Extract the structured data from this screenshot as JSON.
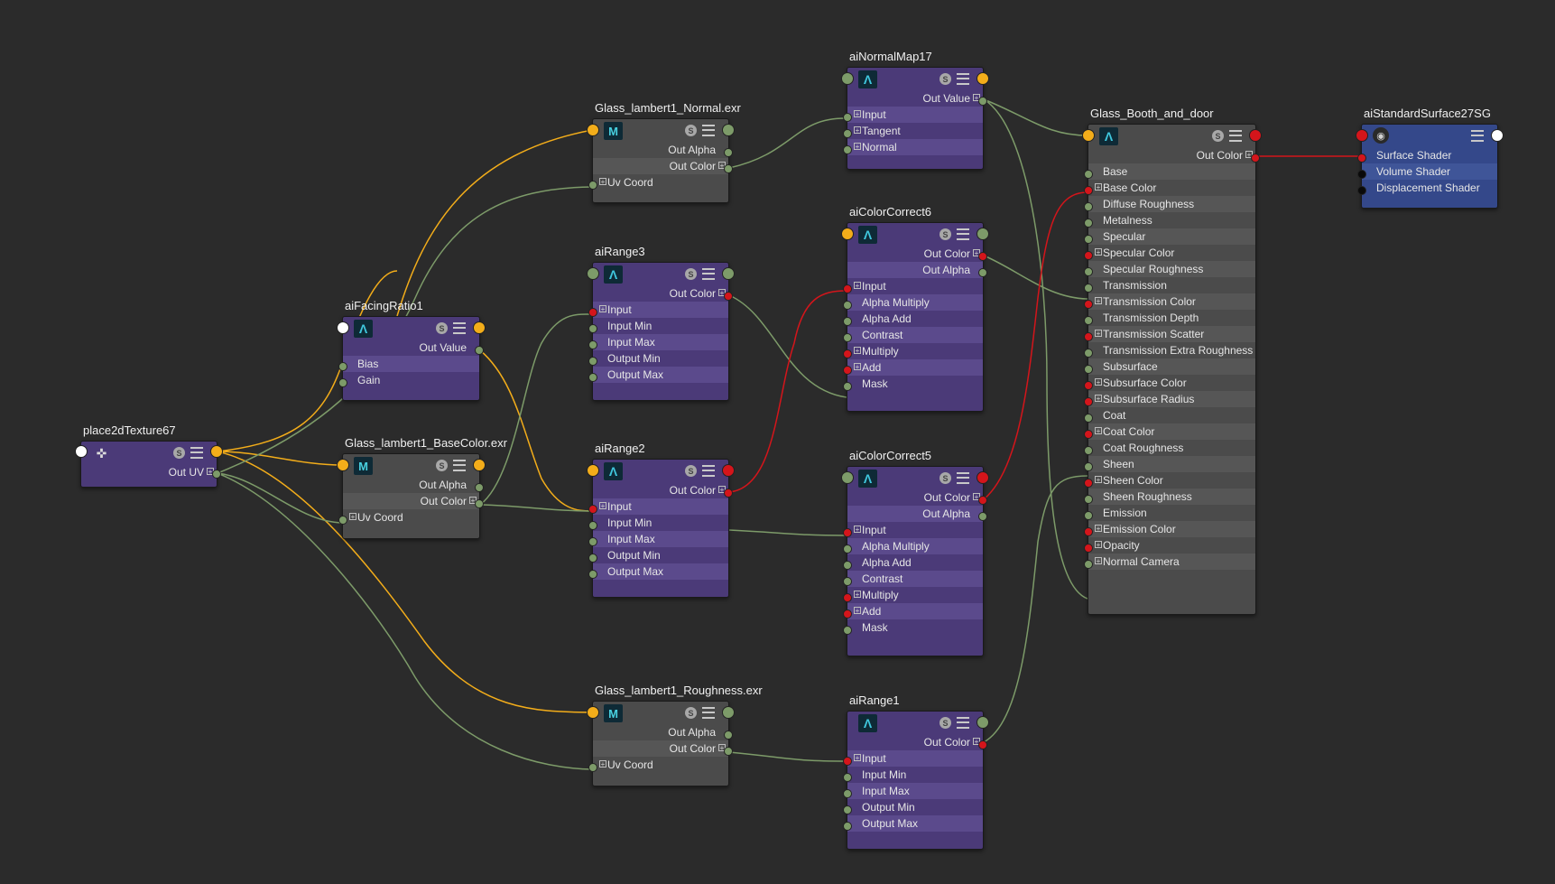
{
  "window": {
    "title": "Hypershade Node Editor"
  },
  "colors": {
    "background": "#2b2b2b",
    "node_purple": "#4b3a78",
    "node_gray": "#4b4b4b",
    "node_blue": "#34488a",
    "wire_green": "#7d9b69",
    "wire_orange": "#f3ad1a",
    "wire_red": "#d4151b"
  },
  "icons": {
    "arnold": "arnold-logo-icon",
    "file": "file-M-icon",
    "place2d": "place2d-texture-icon",
    "shading_group": "shading-group-icon"
  },
  "nodes": {
    "place2d": {
      "title": "place2dTexture67",
      "rows": [
        "Out UV"
      ]
    },
    "facing": {
      "title": "aiFacingRatio1",
      "rows": [
        "Out Value",
        "Bias",
        "Gain"
      ]
    },
    "basecolor": {
      "title": "Glass_lambert1_BaseColor.exr",
      "rows": [
        "Out Alpha",
        "Out Color",
        "Uv Coord"
      ]
    },
    "normal_tex": {
      "title": "Glass_lambert1_Normal.exr",
      "rows": [
        "Out Alpha",
        "Out Color",
        "Uv Coord"
      ]
    },
    "rough_tex": {
      "title": "Glass_lambert1_Roughness.exr",
      "rows": [
        "Out Alpha",
        "Out Color",
        "Uv Coord"
      ]
    },
    "range3": {
      "title": "aiRange3",
      "rows": [
        "Out Color",
        "Input",
        "Input Min",
        "Input Max",
        "Output Min",
        "Output Max"
      ]
    },
    "range2": {
      "title": "aiRange2",
      "rows": [
        "Out Color",
        "Input",
        "Input Min",
        "Input Max",
        "Output Min",
        "Output Max"
      ]
    },
    "range1": {
      "title": "aiRange1",
      "rows": [
        "Out Color",
        "Input",
        "Input Min",
        "Input Max",
        "Output Min",
        "Output Max"
      ]
    },
    "normalmap": {
      "title": "aiNormalMap17",
      "rows": [
        "Out Value",
        "Input",
        "Tangent",
        "Normal"
      ]
    },
    "cc6": {
      "title": "aiColorCorrect6",
      "rows": [
        "Out Color",
        "Out Alpha",
        "Input",
        "Alpha Multiply",
        "Alpha Add",
        "Contrast",
        "Multiply",
        "Add",
        "Mask"
      ]
    },
    "cc5": {
      "title": "aiColorCorrect5",
      "rows": [
        "Out Color",
        "Out Alpha",
        "Input",
        "Alpha Multiply",
        "Alpha Add",
        "Contrast",
        "Multiply",
        "Add",
        "Mask"
      ]
    },
    "glass": {
      "title": "Glass_Booth_and_door",
      "rows": [
        "Out Color",
        "Base",
        "Base Color",
        "Diffuse Roughness",
        "Metalness",
        "Specular",
        "Specular Color",
        "Specular Roughness",
        "Transmission",
        "Transmission Color",
        "Transmission Depth",
        "Transmission Scatter",
        "Transmission Extra Roughness",
        "Subsurface",
        "Subsurface Color",
        "Subsurface Radius",
        "Coat",
        "Coat Color",
        "Coat Roughness",
        "Sheen",
        "Sheen Color",
        "Sheen Roughness",
        "Emission",
        "Emission Color",
        "Opacity",
        "Normal Camera"
      ]
    },
    "sg": {
      "title": "aiStandardSurface27SG",
      "rows": [
        "Surface Shader",
        "Volume Shader",
        "Displacement Shader"
      ]
    }
  }
}
